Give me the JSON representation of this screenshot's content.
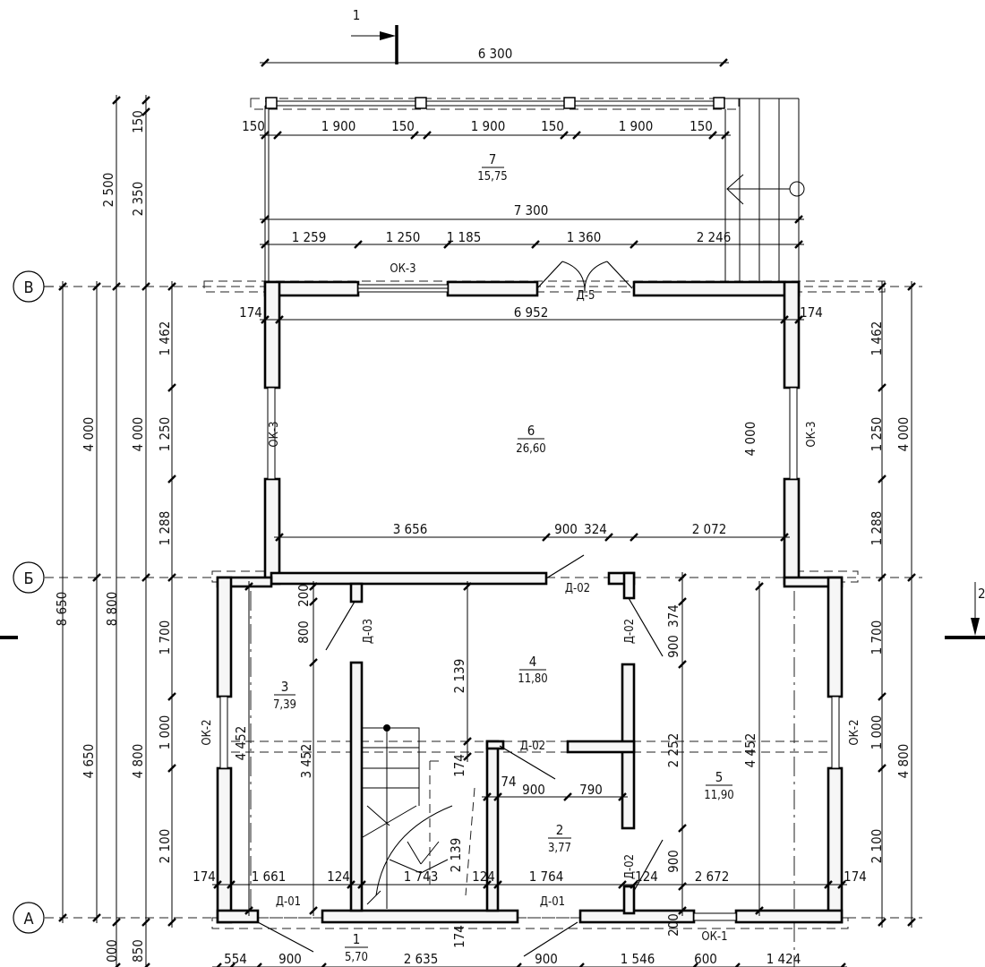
{
  "axes": {
    "v": "В",
    "b": "Б",
    "a": "А"
  },
  "sections": {
    "s1": "1",
    "s2": "2"
  },
  "rooms": [
    {
      "num": "7",
      "area": "15,75"
    },
    {
      "num": "6",
      "area": "26,60"
    },
    {
      "num": "4",
      "area": "11,80"
    },
    {
      "num": "3",
      "area": "7,39"
    },
    {
      "num": "5",
      "area": "11,90"
    },
    {
      "num": "2",
      "area": "3,77"
    },
    {
      "num": "1",
      "area": "5,70"
    }
  ],
  "openings": [
    "ОК-3",
    "Д-5",
    "ОК-3",
    "ОК-3",
    "Д-02",
    "Д-03",
    "Д-02",
    "Д-02",
    "ОК-2",
    "ОК-2",
    "Д-02",
    "Д-01",
    "Д-01",
    "ОК-1"
  ],
  "dims": {
    "top": [
      "6 300"
    ],
    "columns": [
      "150",
      "1 900",
      "150",
      "1 900",
      "150",
      "1 900",
      "150"
    ],
    "porch": [
      "7 300"
    ],
    "facade": [
      "1 259",
      "1 250",
      "1 185",
      "1 360",
      "2 246"
    ],
    "room6": [
      "174",
      "6 952",
      "174"
    ],
    "room6_bottom": [
      "3 656",
      "900",
      "324",
      "2 072"
    ],
    "left": [
      "2 500",
      "2 350",
      "150",
      "1 462",
      "1 250",
      "1 288",
      "4 000",
      "4 000",
      "8 650",
      "8 800",
      "1 700",
      "1 000",
      "2 100",
      "4 650",
      "4 800",
      "000",
      "850"
    ],
    "right": [
      "1 462",
      "1 250",
      "1 288",
      "4 000",
      "1 700",
      "1 000",
      "2 100",
      "4 800"
    ],
    "interior": [
      "4 000",
      "200",
      "800",
      "2 139",
      "374",
      "900",
      "4 452",
      "3 452",
      "174",
      "2 252",
      "4 452",
      "74",
      "900",
      "790",
      "2 139",
      "900",
      "200",
      "174"
    ],
    "row_a": [
      "174",
      "1 661",
      "124",
      "1 743",
      "124",
      "1 764",
      "124",
      "2 672",
      "174"
    ],
    "bottom": [
      "554",
      "900",
      "2 635",
      "900",
      "1 546",
      "600",
      "1 424"
    ]
  }
}
